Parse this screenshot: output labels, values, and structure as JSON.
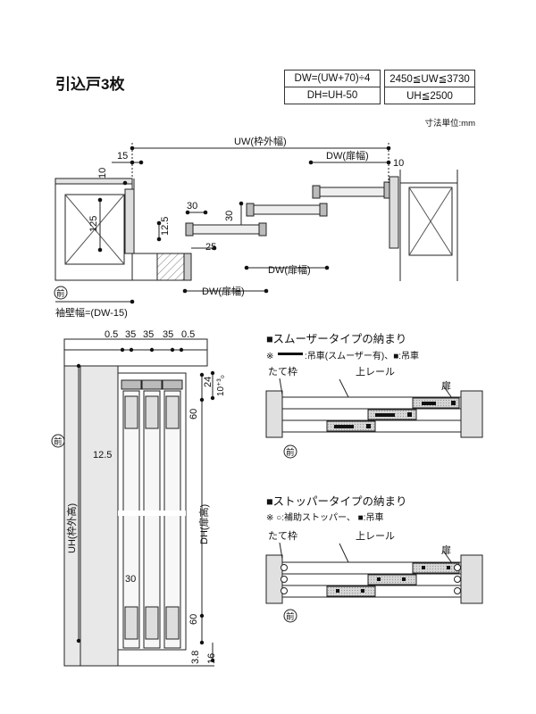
{
  "title": "引込戸3枚",
  "formula": {
    "dw": "DW=(UW+70)÷4",
    "dh": "DH=UH-50",
    "uw_range": "2450≦UW≦3730",
    "uh_range": "UH≦2500"
  },
  "unit_note": "寸法単位:mm",
  "plan": {
    "uw_label": "UW(枠外幅)",
    "dw_label": "DW(扉幅)",
    "sode_label": "袖壁幅=(DW-15)",
    "front": "前",
    "dims": {
      "d15": "15",
      "d10a": "10",
      "d10b": "10",
      "d125": "125",
      "d30a": "30",
      "d30b": "30",
      "d125s": "12.5",
      "d25": "25"
    }
  },
  "elevation": {
    "uh_label": "UH(枠外高)",
    "dh_label": "DH(扉高)",
    "front": "前",
    "top_dims": [
      "0.5",
      "35",
      "35",
      "35",
      "0.5"
    ],
    "dims": {
      "d24": "24",
      "d10tol": "10⁺³₀",
      "d60a": "60",
      "d12_5": "12.5",
      "d30": "30",
      "d60b": "60",
      "d3_8": "3.8",
      "d16": "16"
    }
  },
  "smoother": {
    "title": "■スムーザータイプの納まり",
    "note_prefix": "※",
    "note": ":吊車(スムーザー有)、■:吊車",
    "frame": "たて枠",
    "rail": "上レール",
    "door": "扉",
    "front": "前"
  },
  "stopper": {
    "title": "■ストッパータイプの納まり",
    "note": "※ ○:補助ストッパー、 ■:吊車",
    "frame": "たて枠",
    "rail": "上レール",
    "door": "扉",
    "front": "前"
  }
}
